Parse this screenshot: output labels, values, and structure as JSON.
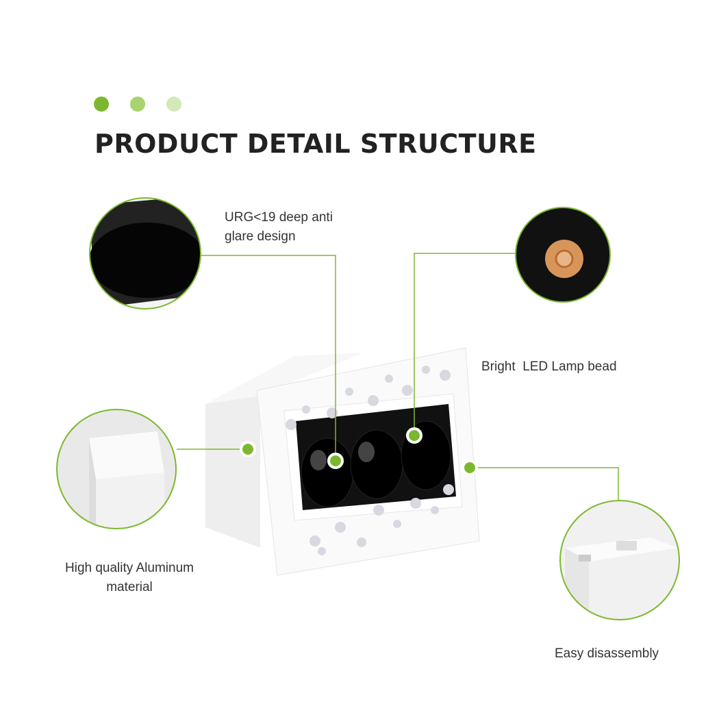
{
  "header": {
    "title": "PRODUCT DETAIL STRUCTURE",
    "dots": [
      "#7cb82f",
      "#a8d36e",
      "#d4e9b8"
    ]
  },
  "callouts": {
    "anti_glare": {
      "line1": "URG<19 deep anti",
      "line2": "glare design"
    },
    "led_bead": {
      "line1": "Bright  LED Lamp bead"
    },
    "aluminum": {
      "line1": "High quality Aluminum",
      "line2": "material"
    },
    "disassembly": {
      "line1": "Easy disassembly"
    }
  },
  "colors": {
    "accent": "#7cb82f",
    "text": "#333333",
    "title": "#222222"
  }
}
